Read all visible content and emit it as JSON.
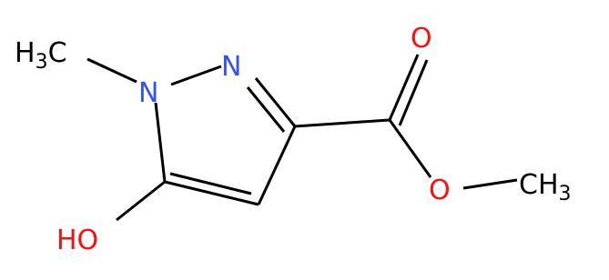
{
  "colors": {
    "bond": "#000000",
    "carbon_label": "#000000",
    "nitrogen": "#3050f8",
    "oxygen": "#ff0d0d"
  },
  "atoms": {
    "methyl_n_prefix": "H",
    "methyl_n_sub": "3",
    "methyl_n_suffix": "C",
    "n1": "N",
    "n2": "N",
    "ketone_o": "O",
    "ester_o": "O",
    "methyl_o_main": "CH",
    "methyl_o_sub": "3",
    "hydroxyl": "HO"
  }
}
